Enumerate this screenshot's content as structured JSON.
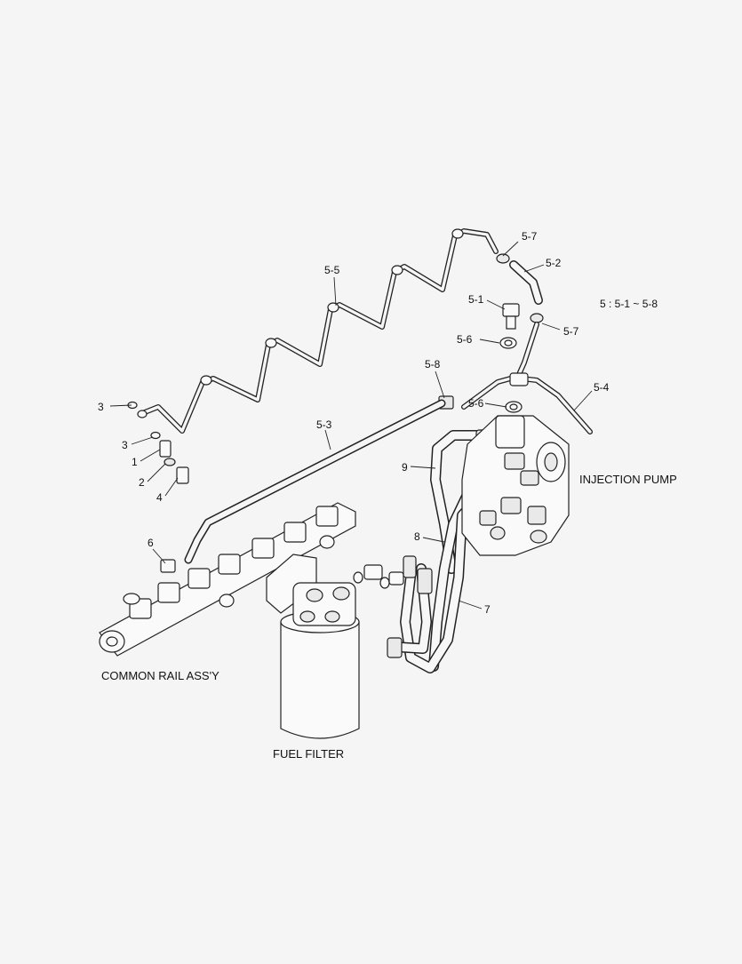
{
  "labels": {
    "l_5_7_top": "5-7",
    "l_5_2": "5-2",
    "l_5_5": "5-5",
    "l_5_1": "5-1",
    "l_5_note": "5 : 5-1 ~ 5-8",
    "l_5_6_top": "5-6",
    "l_5_7_mid": "5-7",
    "l_5_8": "5-8",
    "l_5_4": "5-4",
    "l_3_top": "3",
    "l_5_6_mid": "5-6",
    "l_5_3": "5-3",
    "l_3_mid": "3",
    "l_1": "1",
    "l_9": "9",
    "l_2": "2",
    "l_4": "4",
    "l_8": "8",
    "l_6": "6",
    "l_7": "7"
  },
  "captions": {
    "injection_pump": "INJECTION PUMP",
    "common_rail": "COMMON RAIL ASS'Y",
    "fuel_filter": "FUEL FILTER"
  }
}
